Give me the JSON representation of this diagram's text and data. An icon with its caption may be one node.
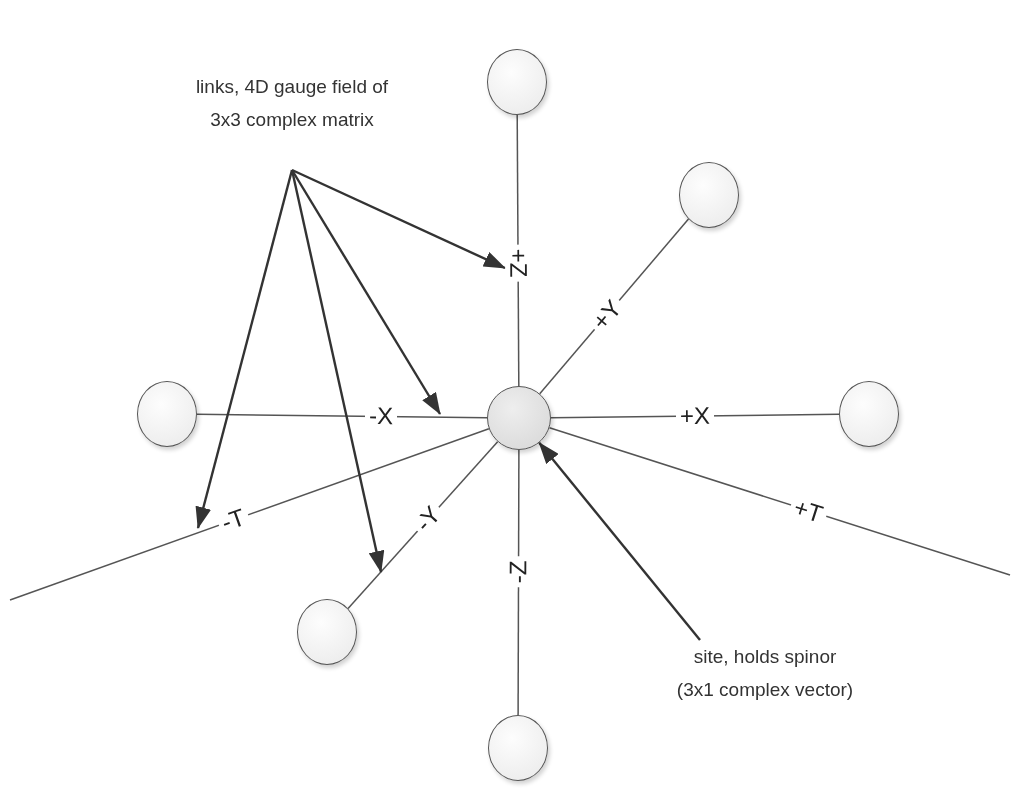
{
  "diagram": {
    "nodes": [
      {
        "text": [
          "links, 4D gauge field of 3x3 complex matrix"
        ]
      },
      {
        "text": [],
        "shape": "circle"
      },
      {
        "text": [],
        "shape": "circle"
      },
      {
        "text": [],
        "shape": "circle"
      },
      {
        "text": [],
        "shape": "circle"
      },
      {
        "text": [],
        "shape": "circle"
      },
      {
        "text": [],
        "shape": "circle"
      },
      {
        "text": [],
        "shape": "circle"
      },
      {
        "text": [
          "site, holds spinor (3x1 complex vector)"
        ]
      }
    ],
    "edges": [
      {
        "from": 1,
        "to": 2,
        "arrow": "none",
        "label": "+Z"
      },
      {
        "from": 1,
        "to": 3,
        "arrow": "none",
        "label": "+Y"
      },
      {
        "from": 1,
        "to": 4,
        "arrow": "none",
        "label": "-X"
      },
      {
        "from": 1,
        "to": 5,
        "arrow": "none",
        "label": "+X"
      },
      {
        "from": 1,
        "to": 6,
        "arrow": "none",
        "label": "-Y"
      },
      {
        "from": 1,
        "to": 7,
        "arrow": "none",
        "label": "-Z"
      },
      {
        "from": 1,
        "to": null,
        "arrow": "none",
        "label": "-T"
      },
      {
        "from": 1,
        "to": null,
        "arrow": "none",
        "label": "+T"
      },
      {
        "from": 0,
        "to": null,
        "arrow": "to"
      },
      {
        "from": 0,
        "to": null,
        "arrow": "to"
      },
      {
        "from": 0,
        "to": null,
        "arrow": "to"
      },
      {
        "from": 0,
        "to": null,
        "arrow": "to"
      },
      {
        "from": 8,
        "to": 1,
        "arrow": "to"
      }
    ]
  }
}
